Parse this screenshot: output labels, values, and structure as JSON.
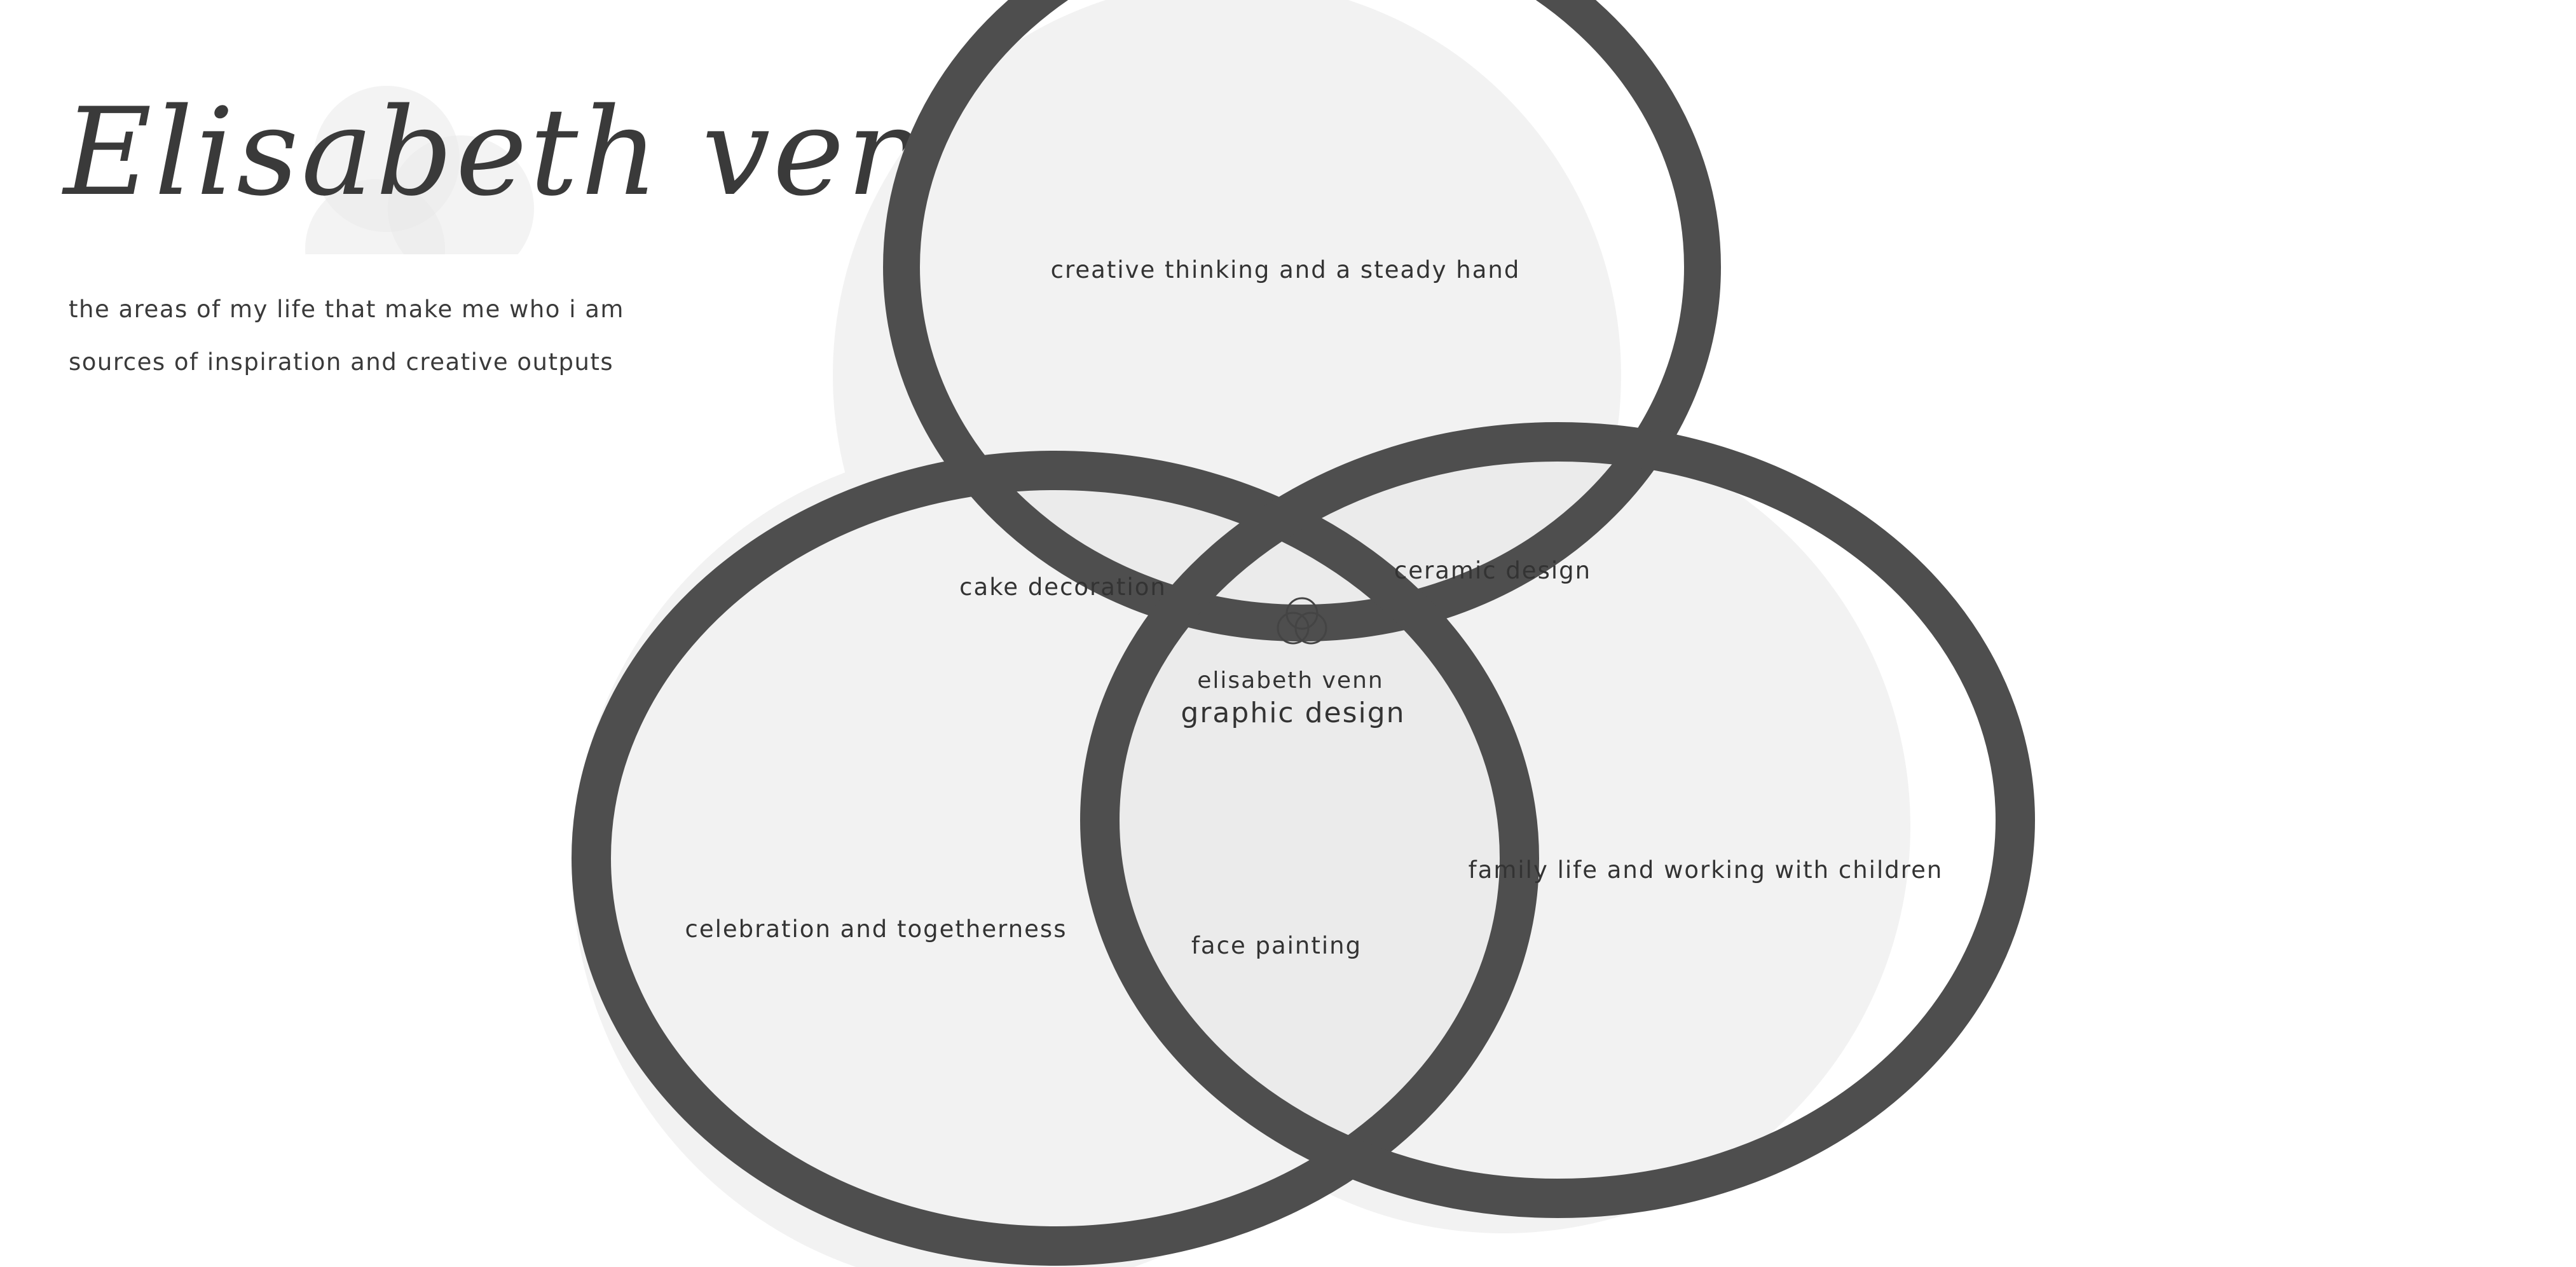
{
  "header": {
    "logo_text": "Elisabeth venn",
    "tagline_primary": "the areas of my life that make me who i am",
    "tagline_secondary": "sources of inspiration and creative outputs"
  },
  "venn": {
    "circles": {
      "top": "creative thinking and a steady hand",
      "left": "celebration and togetherness",
      "right": "family life and working with children"
    },
    "intersections": {
      "top_left": "cake decoration",
      "top_right": "ceramic design",
      "left_right": "face painting"
    },
    "center": {
      "icon": "venn-icon",
      "name": "elisabeth venn",
      "title": "graphic design"
    }
  },
  "colors": {
    "outline": "#4e4e4e",
    "fill": "#f5f5f5",
    "overlap_fill": "#ececec",
    "shadow": "#f0f0f0",
    "text": "#333333"
  }
}
